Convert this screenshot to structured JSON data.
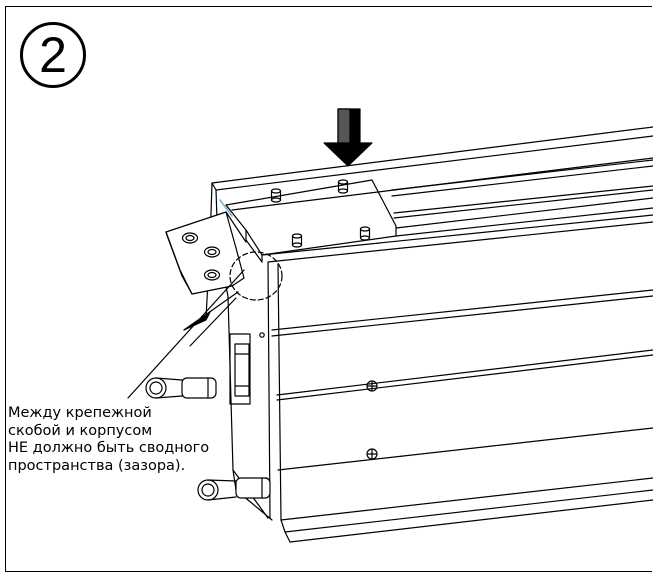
{
  "step": {
    "number": "2"
  },
  "annotation": {
    "lines": [
      "Между крепежной",
      "скобой и корпусом",
      "НЕ должно быть сводного",
      "пространства (зазора)."
    ]
  },
  "colors": {
    "ink": "#000000",
    "paper": "#ffffff",
    "accent": "#6fb5d6"
  },
  "icons": {
    "push_direction": "down-arrow-icon",
    "screw": "cross-screw-icon"
  }
}
